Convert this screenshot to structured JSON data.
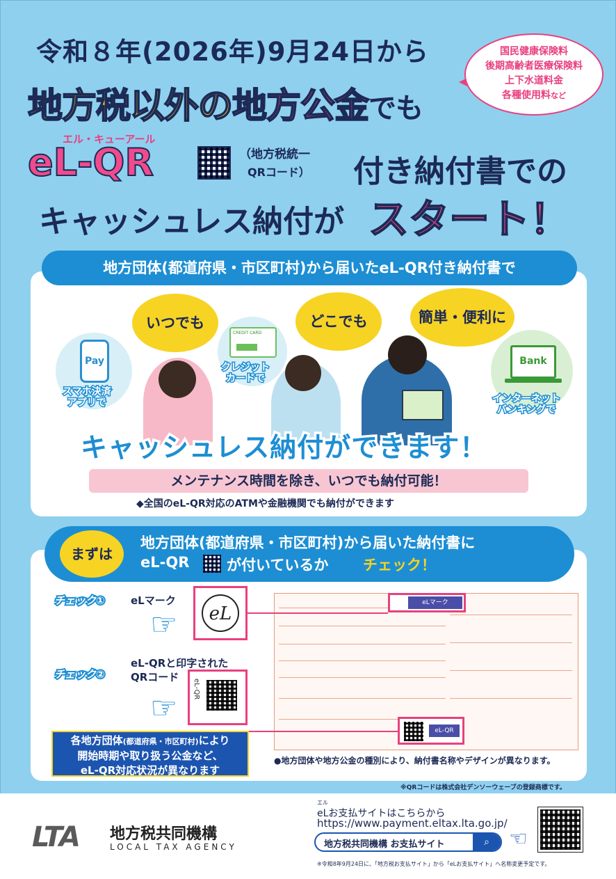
{
  "headline": {
    "line1": "令和８年(2026年)9月24日から",
    "line2_a": "地方税以外の",
    "line2_b": "地方公金",
    "line2_c": "でも",
    "ruby": "エル・キューアール",
    "elqr": "eL-QR",
    "paren_a": "（地方税統一",
    "paren_b": "QRコード）",
    "line3": "付き納付書での",
    "line4": "キャッシュレス納付が",
    "start": "スタート！"
  },
  "bubble": {
    "l1": "国民健康保険料",
    "l2": "後期高齢者医療保険料",
    "l3": "上下水道料金",
    "l4": "各種使用料",
    "l4b": "など"
  },
  "section1": {
    "band": "地方団体(都道府県・市区町村)から届いたeL-QR付き納付書で",
    "itsudemo": "いつでも",
    "dokodemo": "どこでも",
    "kantan": "簡単・便利に",
    "pay": "Pay",
    "smartphone_a": "スマホ決済",
    "smartphone_b": "アプリで",
    "credit_card_label": "CREDIT CARD",
    "credit_a": "クレジット",
    "credit_b": "カードで",
    "bank": "Bank",
    "internet_a": "インターネット",
    "internet_b": "バンキングで",
    "cashless": "キャッシュレス納付ができます！",
    "maintenance": "メンテナンス時間を除き、いつでも納付可能！",
    "atm_note": "◆全国のeL-QR対応のATMや金融機関でも納付ができます"
  },
  "section2": {
    "mazu": "まずは",
    "band_l1": "地方団体(都道府県・市区町村)から届いた納付書に",
    "band_l2a": "eL-QR",
    "band_l2b": "が付いているか",
    "check_word": "チェック！",
    "check1": "チェック①",
    "check1_label": "eLマーク",
    "check2": "チェック②",
    "check2_label_a": "eL-QRと印字された",
    "check2_label_b": "QRコード",
    "el_symbol": "eL",
    "qr_label": "eL-QR",
    "doc_tag1": "eLマーク",
    "doc_tag2": "eL-QR",
    "blue_l1a": "各地方団体",
    "blue_l1b": "(都道府県・市区町村)",
    "blue_l1c": "により",
    "blue_l2": "開始時期や取り扱う公金など、",
    "blue_l3": "eL-QR対応状況が異なります",
    "note": "●地方団体や地方公金の種別により、納付書名称やデザインが異なります。",
    "trademark": "※QRコードは株式会社デンソーウェーブの登録商標です。"
  },
  "footer": {
    "lta": "LTA",
    "org_jp": "地方税共同機構",
    "org_en": "LOCAL TAX AGENCY",
    "ruby": "エル",
    "site_label": "eLお支払サイトはこちらから",
    "url": "https://www.payment.eltax.lta.go.jp/",
    "search_text": "地方税共同機構 お支払サイト",
    "search_icon": "search-icon",
    "note": "※令和8年9月24日に、「地方税お支払サイト」から「eLお支払サイト」へ名称変更予定です。"
  }
}
